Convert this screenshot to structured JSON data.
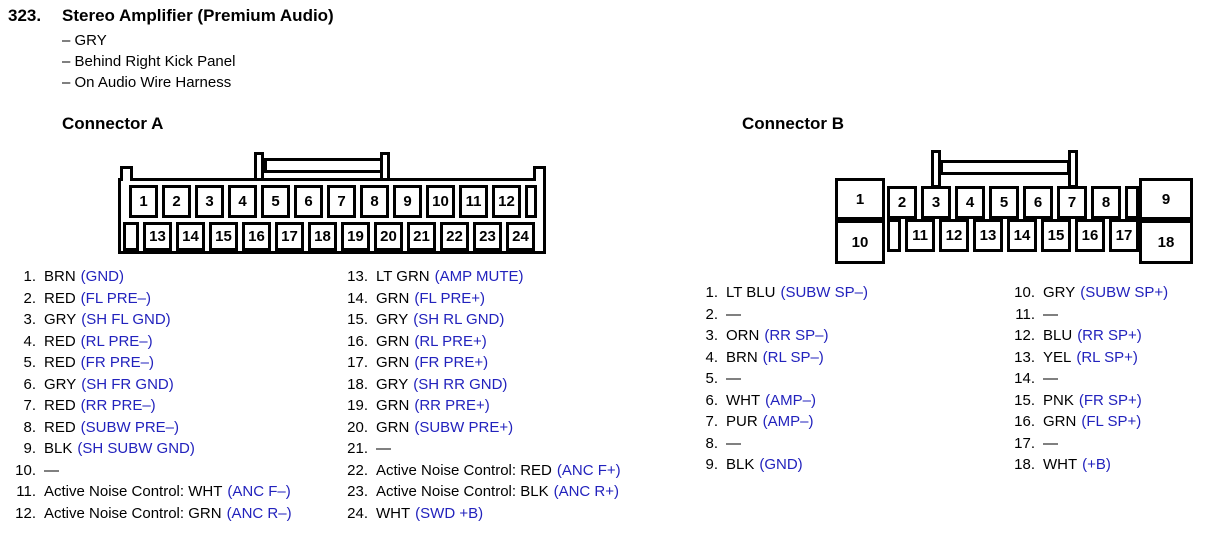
{
  "palette": {
    "ink": "#000000",
    "signal_blue": "#2222bd",
    "background": "#ffffff"
  },
  "header": {
    "number": "323.",
    "title": "Stereo Amplifier (Premium Audio)",
    "details": [
      "– GRY",
      "– Behind Right Kick Panel",
      "– On Audio Wire Harness"
    ]
  },
  "connector_a": {
    "label": "Connector A",
    "top_pins": [
      "1",
      "2",
      "3",
      "4",
      "5",
      "6",
      "7",
      "8",
      "9",
      "10",
      "11",
      "12"
    ],
    "bottom_pins": [
      "13",
      "14",
      "15",
      "16",
      "17",
      "18",
      "19",
      "20",
      "21",
      "22",
      "23",
      "24"
    ],
    "pins": [
      {
        "num": "1.",
        "wire": "BRN",
        "signal": "(GND)"
      },
      {
        "num": "2.",
        "wire": "RED",
        "signal": "(FL PRE–)"
      },
      {
        "num": "3.",
        "wire": "GRY",
        "signal": "(SH FL GND)"
      },
      {
        "num": "4.",
        "wire": "RED",
        "signal": "(RL PRE–)"
      },
      {
        "num": "5.",
        "wire": "RED",
        "signal": "(FR PRE–)"
      },
      {
        "num": "6.",
        "wire": "GRY",
        "signal": "(SH FR GND)"
      },
      {
        "num": "7.",
        "wire": "RED",
        "signal": "(RR PRE–)"
      },
      {
        "num": "8.",
        "wire": "RED",
        "signal": "(SUBW PRE–)"
      },
      {
        "num": "9.",
        "wire": "BLK",
        "signal": "(SH SUBW GND)"
      },
      {
        "num": "10.",
        "wire": "—",
        "signal": ""
      },
      {
        "num": "11.",
        "wire": "Active Noise Control: WHT",
        "signal": "(ANC F–)"
      },
      {
        "num": "12.",
        "wire": "Active Noise Control: GRN",
        "signal": "(ANC R–)"
      },
      {
        "num": "13.",
        "wire": "LT GRN",
        "signal": "(AMP MUTE)"
      },
      {
        "num": "14.",
        "wire": "GRN",
        "signal": "(FL PRE+)"
      },
      {
        "num": "15.",
        "wire": "GRY",
        "signal": "(SH RL GND)"
      },
      {
        "num": "16.",
        "wire": "GRN",
        "signal": "(RL PRE+)"
      },
      {
        "num": "17.",
        "wire": "GRN",
        "signal": "(FR PRE+)"
      },
      {
        "num": "18.",
        "wire": "GRY",
        "signal": "(SH RR GND)"
      },
      {
        "num": "19.",
        "wire": "GRN",
        "signal": "(RR PRE+)"
      },
      {
        "num": "20.",
        "wire": "GRN",
        "signal": "(SUBW PRE+)"
      },
      {
        "num": "21.",
        "wire": "—",
        "signal": ""
      },
      {
        "num": "22.",
        "wire": "Active Noise Control: RED",
        "signal": "(ANC F+)"
      },
      {
        "num": "23.",
        "wire": "Active Noise Control: BLK",
        "signal": "(ANC R+)"
      },
      {
        "num": "24.",
        "wire": "WHT",
        "signal": "(SWD +B)"
      }
    ]
  },
  "connector_b": {
    "label": "Connector B",
    "big_pins": {
      "tl": "1",
      "tr": "9",
      "bl": "10",
      "br": "18"
    },
    "top_pins": [
      "2",
      "3",
      "4",
      "5",
      "6",
      "7",
      "8"
    ],
    "bottom_pins": [
      "11",
      "12",
      "13",
      "14",
      "15",
      "16",
      "17"
    ],
    "pins": [
      {
        "num": "1.",
        "wire": "LT BLU",
        "signal": "(SUBW SP–)"
      },
      {
        "num": "2.",
        "wire": "—",
        "signal": ""
      },
      {
        "num": "3.",
        "wire": "ORN",
        "signal": "(RR SP–)"
      },
      {
        "num": "4.",
        "wire": "BRN",
        "signal": "(RL SP–)"
      },
      {
        "num": "5.",
        "wire": "—",
        "signal": ""
      },
      {
        "num": "6.",
        "wire": "WHT",
        "signal": "(AMP–)"
      },
      {
        "num": "7.",
        "wire": "PUR",
        "signal": "(AMP–)"
      },
      {
        "num": "8.",
        "wire": "—",
        "signal": ""
      },
      {
        "num": "9.",
        "wire": "BLK",
        "signal": "(GND)"
      },
      {
        "num": "10.",
        "wire": "GRY",
        "signal": "(SUBW SP+)"
      },
      {
        "num": "11.",
        "wire": "—",
        "signal": ""
      },
      {
        "num": "12.",
        "wire": "BLU",
        "signal": "(RR SP+)"
      },
      {
        "num": "13.",
        "wire": "YEL",
        "signal": "(RL SP+)"
      },
      {
        "num": "14.",
        "wire": "—",
        "signal": ""
      },
      {
        "num": "15.",
        "wire": "PNK",
        "signal": "(FR SP+)"
      },
      {
        "num": "16.",
        "wire": "GRN",
        "signal": "(FL SP+)"
      },
      {
        "num": "17.",
        "wire": "—",
        "signal": ""
      },
      {
        "num": "18.",
        "wire": "WHT",
        "signal": "(+B)"
      }
    ]
  }
}
